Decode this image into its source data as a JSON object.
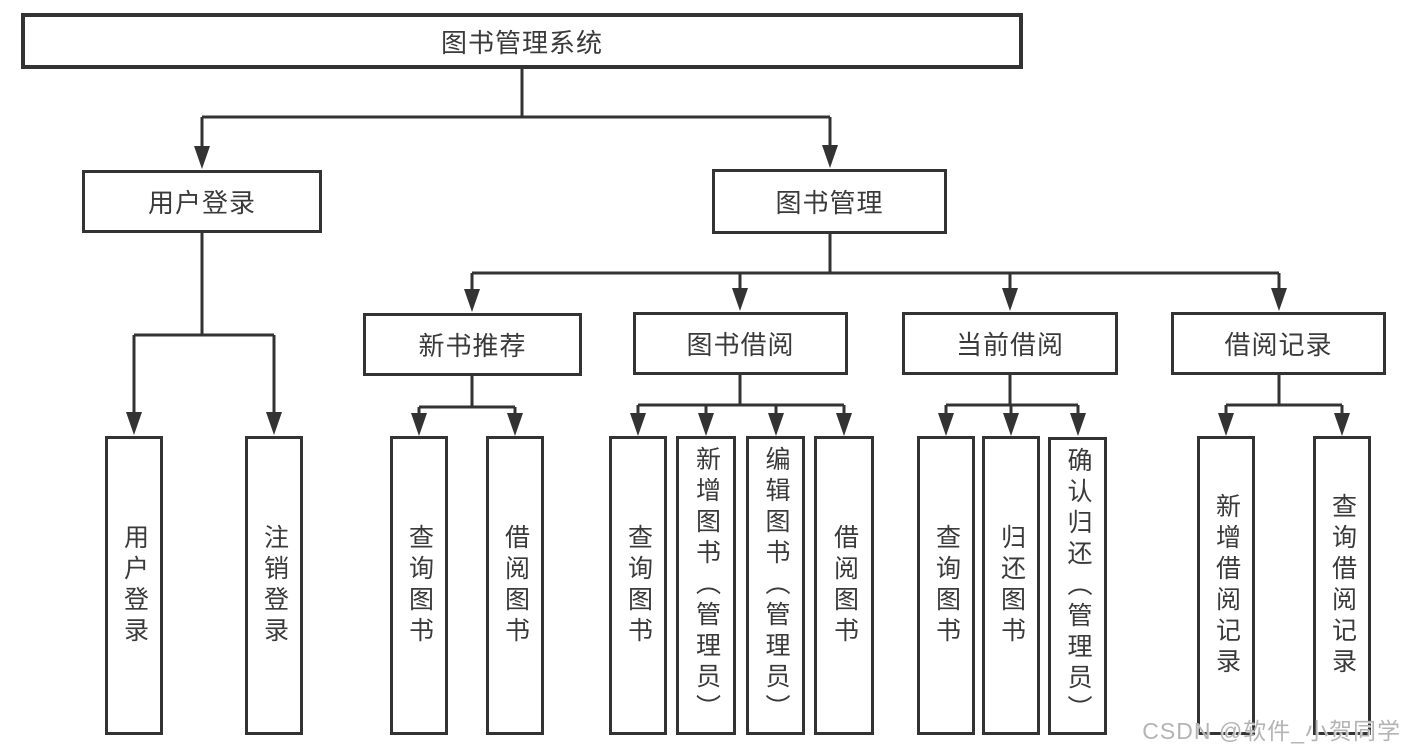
{
  "diagram_title": "图书管理系统",
  "tree": {
    "label": "图书管理系统",
    "children": [
      {
        "label": "用户登录",
        "children": [
          {
            "label": "用户登录"
          },
          {
            "label": "注销登录"
          }
        ]
      },
      {
        "label": "图书管理",
        "children": [
          {
            "label": "新书推荐",
            "children": [
              {
                "label": "查询图书"
              },
              {
                "label": "借阅图书"
              }
            ]
          },
          {
            "label": "图书借阅",
            "children": [
              {
                "label": "查询图书"
              },
              {
                "label": "新增图书（管理员）"
              },
              {
                "label": "编辑图书（管理员）"
              },
              {
                "label": "借阅图书"
              }
            ]
          },
          {
            "label": "当前借阅",
            "children": [
              {
                "label": "查询图书"
              },
              {
                "label": "归还图书"
              },
              {
                "label": "确认归还（管理员）"
              }
            ]
          },
          {
            "label": "借阅记录",
            "children": [
              {
                "label": "新增借阅记录"
              },
              {
                "label": "查询借阅记录"
              }
            ]
          }
        ]
      }
    ]
  },
  "watermark": {
    "text": "CSDN @软件_小贺同学"
  },
  "colors": {
    "line": "#333333",
    "text": "#3a3a3a",
    "background": "#ffffff",
    "watermark": "#b4b4b4"
  }
}
